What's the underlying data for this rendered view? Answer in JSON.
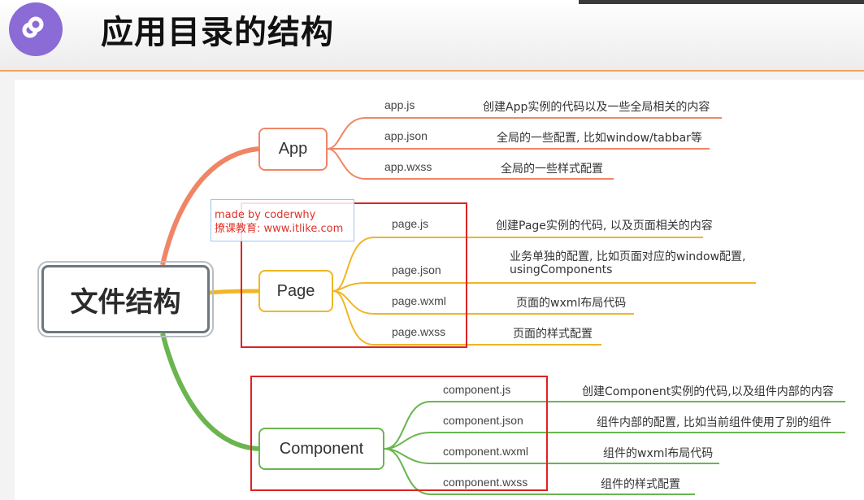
{
  "header": {
    "title": "应用目录的结构",
    "logo_icon": "mini-program-logo-icon"
  },
  "root": {
    "label": "文件结构"
  },
  "watermark": {
    "line1": "made by coderwhy",
    "line2": "撩课教育: www.itlike.com"
  },
  "branches": {
    "app": {
      "label": "App",
      "color": "#f08566",
      "files": [
        {
          "name": "app.js",
          "desc": "创建App实例的代码以及一些全局相关的内容"
        },
        {
          "name": "app.json",
          "desc": "全局的一些配置, 比如window/tabbar等"
        },
        {
          "name": "app.wxss",
          "desc": "全局的一些样式配置"
        }
      ]
    },
    "page": {
      "label": "Page",
      "color": "#f0b626",
      "files": [
        {
          "name": "page.js",
          "desc": "创建Page实例的代码, 以及页面相关的内容"
        },
        {
          "name": "page.json",
          "desc": "业务单独的配置, 比如页面对应的window配置,",
          "desc2": "usingComponents"
        },
        {
          "name": "page.wxml",
          "desc": "页面的wxml布局代码"
        },
        {
          "name": "page.wxss",
          "desc": "页面的样式配置"
        }
      ]
    },
    "component": {
      "label": "Component",
      "color": "#6ab54f",
      "files": [
        {
          "name": "component.js",
          "desc": "创建Component实例的代码,以及组件内部的内容"
        },
        {
          "name": "component.json",
          "desc": "组件内部的配置, 比如当前组件使用了别的组件"
        },
        {
          "name": "component.wxml",
          "desc": "组件的wxml布局代码"
        },
        {
          "name": "component.wxss",
          "desc": "组件的样式配置"
        }
      ]
    }
  }
}
